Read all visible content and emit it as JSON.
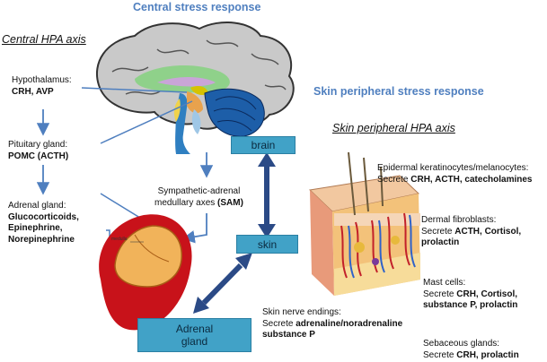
{
  "titles": {
    "central": "Central stress response",
    "skin": "Skin peripheral stress response",
    "central_hpa": "Central HPA axis",
    "skin_hpa": "Skin peripheral HPA axis"
  },
  "central_nodes": {
    "hypothalamus": {
      "label": "Hypothalamus:",
      "hormones": "CRH, AVP"
    },
    "pituitary": {
      "label": "Pituitary gland:",
      "hormones": "POMC (ACTH)"
    },
    "adrenal": {
      "label": "Adrenal gland:",
      "h1": "Glucocorticoids,",
      "h2": "Epinephrine,",
      "h3": "Norepinephrine"
    },
    "sam": {
      "line1": "Sympathetic-adrenal",
      "line2_prefix": "medullary axes ",
      "line2_bold": "(SAM)"
    },
    "medulla": "medulla"
  },
  "boxes": {
    "brain": "brain",
    "skin": "skin",
    "adrenal_line1": "Adrenal",
    "adrenal_line2": "gland"
  },
  "skin_cells": {
    "keratinocytes": {
      "title": "Epidermal keratinocytes/melanocytes:",
      "prefix": "Secrete ",
      "bold": "CRH, ACTH, catecholamines"
    },
    "fibroblasts": {
      "title": "Dermal fibroblasts:",
      "prefix": "Secrete ",
      "bold": "ACTH, Cortisol,",
      "bold2": "prolactin"
    },
    "mast": {
      "title": "Mast cells:",
      "prefix": "Secrete ",
      "bold": "CRH, Cortisol,",
      "bold2": "substance P, prolactin"
    },
    "nerve": {
      "title": "Skin nerve endings:",
      "prefix": "Secrete ",
      "bold": "adrenaline/noradrenaline",
      "bold2": "substance P"
    },
    "sebaceous": {
      "title": "Sebaceous glands:",
      "prefix": "Secrete ",
      "bold": "CRH, prolactin"
    }
  },
  "colors": {
    "accent_blue": "#4f7fbf",
    "box_fill": "#41a2c7",
    "arrow_dark": "#2b4a86"
  }
}
